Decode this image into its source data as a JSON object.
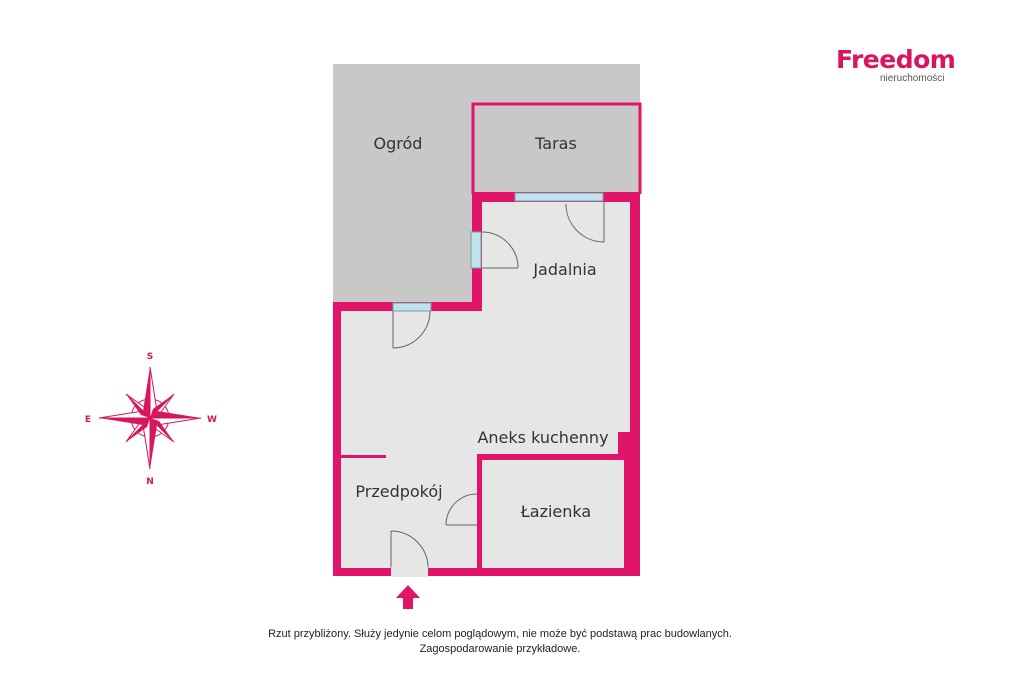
{
  "brand": {
    "name": "Freedom",
    "tagline": "nieruchomości",
    "color": "#d6165e"
  },
  "rooms": {
    "garden": "Ogród",
    "terrace": "Taras",
    "dining": "Jadalnia",
    "kitchenette": "Aneks kuchenny",
    "hallway": "Przedpokój",
    "bathroom": "Łazienka"
  },
  "compass": {
    "top": "S",
    "right": "W",
    "bottom": "N",
    "left": "E"
  },
  "entrance_icon": "arrow-up-icon",
  "disclaimer": {
    "line1": "Rzut przybliżony. Służy jedynie celom poglądowym, nie może być podstawą prac budowlanych.",
    "line2": "Zagospodarowanie przykładowe."
  },
  "colors": {
    "wall": "#e0156a",
    "floor": "#e6e6e6",
    "outdoor": "#c8c8c8",
    "window": "#bfe3ec"
  }
}
